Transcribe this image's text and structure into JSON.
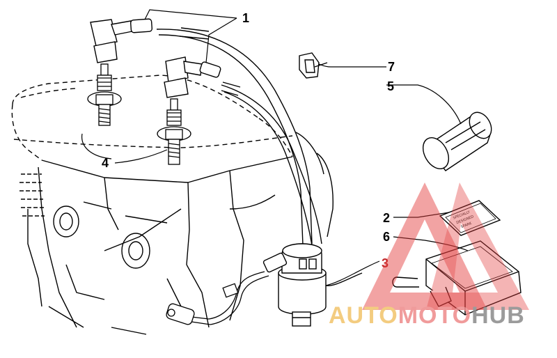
{
  "diagram": {
    "callouts": [
      {
        "id": "1",
        "label": "1"
      },
      {
        "id": "2",
        "label": "2"
      },
      {
        "id": "3",
        "label": "3"
      },
      {
        "id": "4",
        "label": "4"
      },
      {
        "id": "5",
        "label": "5"
      },
      {
        "id": "6",
        "label": "6"
      },
      {
        "id": "7",
        "label": "7"
      }
    ],
    "decal_text": [
      "SPECIALLY",
      "DESIGNED",
      "SPARK"
    ]
  },
  "watermark": {
    "part1": "AUTO",
    "part2": "MOTO",
    "part3": "HUB",
    "colors": {
      "auto": "#f2c46b",
      "moto": "#ee8a8a",
      "hub": "#8a8a8a",
      "triangle": "#e23b3b"
    }
  }
}
